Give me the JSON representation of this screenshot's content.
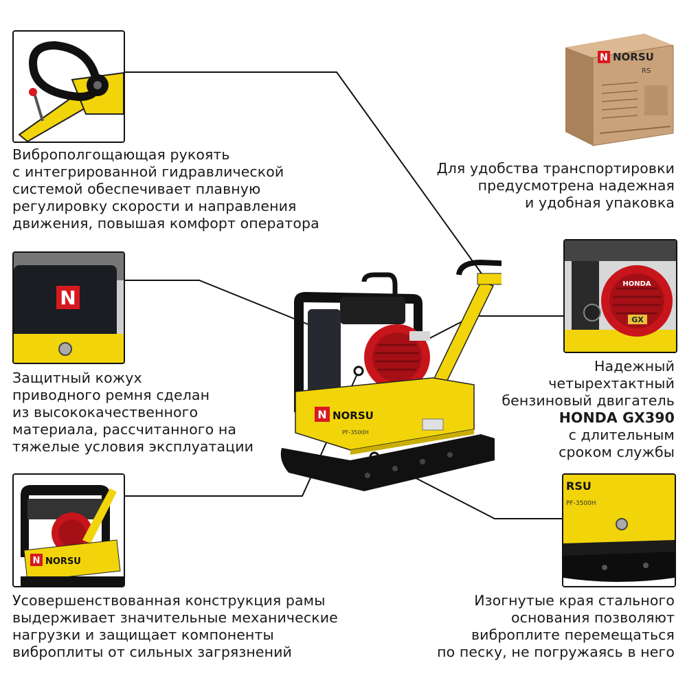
{
  "brand": {
    "name": "NORSU",
    "logo_letter": "N",
    "model_label": "RS",
    "plate_model": "PF-3500H",
    "engine_brand": "HONDA",
    "engine_model": "GX390",
    "engine_badge": "GX"
  },
  "colors": {
    "machine_yellow": "#f2d40a",
    "frame_black": "#111111",
    "engine_red": "#c8151b",
    "box_cardboard": "#c9a27a",
    "logo_red": "#d71920"
  },
  "callouts": {
    "handle": {
      "icon": "handle-icon",
      "lines": [
        "Виброполгощающая рукоять",
        "с интегрированной гидравлической",
        "системой обеспечивает плавную",
        "регулировку скорости и направления",
        "движения, повышая комфорт оператора"
      ]
    },
    "packaging": {
      "icon": "box-icon",
      "lines": [
        "Для удобства транспортировки",
        "предусмотрена надежная",
        "и удобная упаковка"
      ]
    },
    "belt_guard": {
      "icon": "guard-icon",
      "lines": [
        "Защитный кожух",
        "приводного ремня сделан",
        "из высококачественного",
        "материала, рассчитанного на",
        "тяжелые условия эксплуатации"
      ]
    },
    "engine": {
      "icon": "engine-icon",
      "lines": [
        "Надежный",
        "четырехтактный",
        "бензиновый двигатель"
      ],
      "bold_line": "HONDA GX390",
      "lines_after": [
        "с длительным",
        "сроком службы"
      ]
    },
    "frame": {
      "icon": "frame-icon",
      "lines": [
        "Усовершенствованная конструкция рамы",
        "выдерживает значительные механические",
        "нагрузки и защищает компоненты",
        "виброплиты от сильных загрязнений"
      ]
    },
    "base": {
      "icon": "base-plate-icon",
      "lines": [
        "Изогнутые края стального",
        "основания позволяют",
        "виброплите перемещаться",
        "по песку, не погружаясь в него"
      ]
    }
  }
}
